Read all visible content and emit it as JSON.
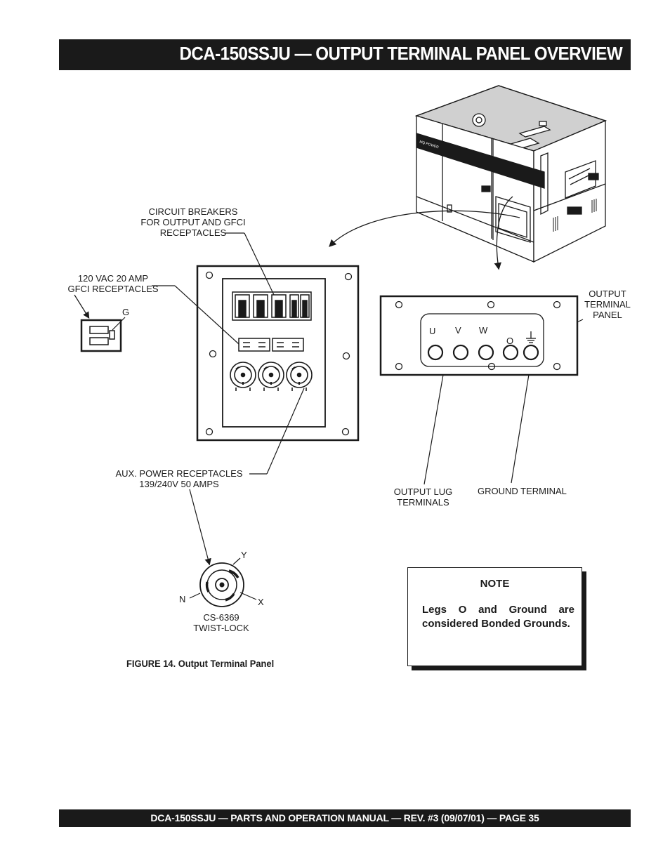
{
  "header": {
    "title": "DCA-150SSJU — OUTPUT TERMINAL PANEL OVERVIEW"
  },
  "labels": {
    "circuit_breakers": [
      "CIRCUIT BREAKERS",
      "FOR OUTPUT AND GFCI",
      "RECEPTACLES"
    ],
    "gfci": [
      "120 VAC 20 AMP",
      "GFCI RECEPTACLES"
    ],
    "gfci_ground": "G",
    "output_terminal_panel": [
      "OUTPUT",
      "TERMINAL",
      "PANEL"
    ],
    "terminal_letters": [
      "U",
      "V",
      "W",
      "O"
    ],
    "aux_power": [
      "AUX. POWER RECEPTACLES",
      "139/240V 50 AMPS"
    ],
    "output_lug": [
      "OUTPUT LUG",
      "TERMINALS"
    ],
    "ground_terminal": "GROUND TERMINAL",
    "twist_lock_pins": {
      "y": "Y",
      "n": "N",
      "x": "X"
    },
    "twist_lock": [
      "CS-6369",
      "TWIST-LOCK"
    ],
    "generator_brand": "MQ POWER"
  },
  "note": {
    "title": "NOTE",
    "body": "Legs O and Ground are considered Bonded Grounds."
  },
  "figure_caption": "FIGURE 14.  Output Terminal Panel",
  "footer": {
    "text": "DCA-150SSJU — PARTS  AND OPERATION MANUAL — REV. #3 (09/07/01)  — PAGE 35"
  }
}
